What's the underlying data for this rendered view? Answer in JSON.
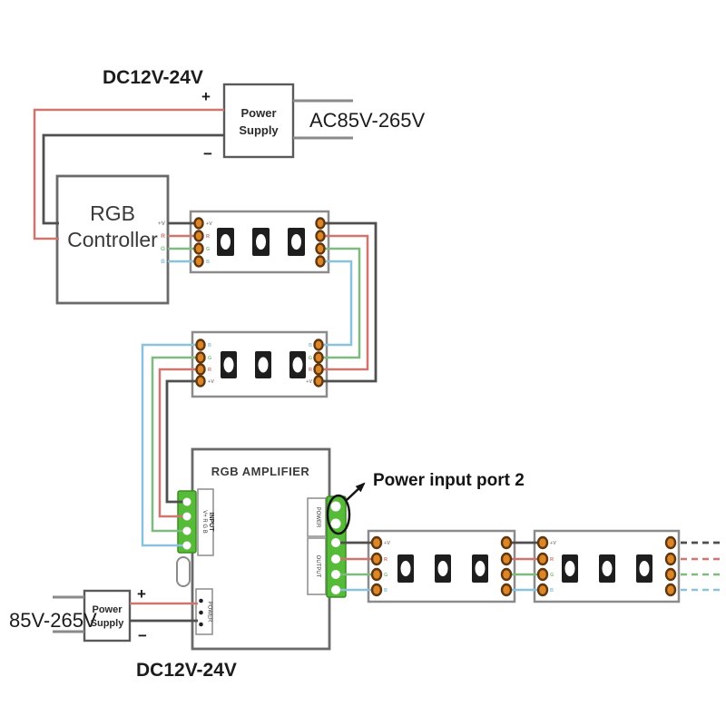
{
  "colors": {
    "wire_black": "#4f4f4f",
    "wire_red": "#cd7670",
    "wire_green": "#7fba7f",
    "wire_blue": "#8ac2dc",
    "ac_line": "#8a8a8a",
    "pad_fill": "#dd8628",
    "pad_border": "#5f3710",
    "terminal_green": "#57bb3a",
    "terminal_green_border": "#3a8f22",
    "chip": "#1e1e1e",
    "controller_fill": "#e5e5e5",
    "annotation_ink": "#141414"
  },
  "top": {
    "dc_label": "DC12V-24V",
    "plus": "+",
    "minus": "−",
    "psu": {
      "line1": "Power",
      "line2": "Supply"
    },
    "ac_label": "AC85V-265V"
  },
  "controller": {
    "line1": "RGB",
    "line2": "Controller"
  },
  "pin_labels": {
    "v": "+V",
    "r": "R",
    "g": "G",
    "b": "B"
  },
  "amplifier": {
    "title": "RGB AMPLIFIER",
    "input": "INPUT",
    "input_pins": "V+ R G B",
    "power": "POWER",
    "output": "OUTPUT",
    "annotation": "Power input port 2"
  },
  "bottom": {
    "ac_label": "85V-265V",
    "psu": {
      "line1": "Power",
      "line2": "Supply"
    },
    "plus": "+",
    "minus": "−",
    "power_terminal": "POWER",
    "dc_label": "DC12V-24V"
  }
}
